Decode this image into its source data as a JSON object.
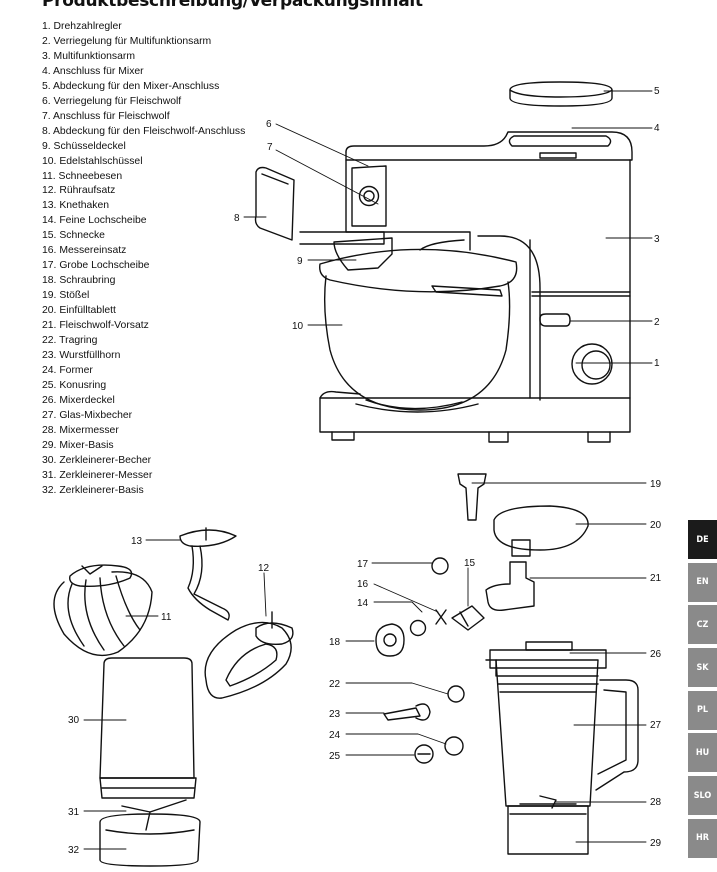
{
  "heading": "Produktbeschreibung/Verpackungsinhalt",
  "parts": [
    "1. Drehzahlregler",
    "2. Verriegelung für Multifunktionsarm",
    "3. Multifunktionsarm",
    "4. Anschluss für Mixer",
    "5. Abdeckung für den Mixer-Anschluss",
    "6. Verriegelung für Fleischwolf",
    "7. Anschluss für Fleischwolf",
    "8. Abdeckung für den Fleischwolf-Anschluss",
    "9. Schüsseldeckel",
    "10. Edelstahlschüssel",
    "11. Schneebesen",
    "12. Rühraufsatz",
    "13. Knethaken",
    "14. Feine Lochscheibe",
    "15. Schnecke",
    "16. Messereinsatz",
    "17. Grobe Lochscheibe",
    "18. Schraubring",
    "19. Stößel",
    "20. Einfülltablett",
    "21. Fleischwolf-Vorsatz",
    "22. Tragring",
    "23. Wurstfüllhorn",
    "24. Former",
    "25. Konusring",
    "26. Mixerdeckel",
    "27. Glas-Mixbecher",
    "28. Mixermesser",
    "29. Mixer-Basis",
    "30. Zerkleinerer-Becher",
    "31. Zerkleinerer-Messer",
    "32. Zerkleinerer-Basis"
  ],
  "callouts": [
    "1",
    "2",
    "3",
    "4",
    "5",
    "6",
    "7",
    "8",
    "9",
    "10",
    "11",
    "12",
    "13",
    "14",
    "15",
    "16",
    "17",
    "18",
    "19",
    "20",
    "21",
    "22",
    "23",
    "24",
    "25",
    "26",
    "27",
    "28",
    "29",
    "30",
    "31",
    "32"
  ],
  "languages": [
    "DE",
    "EN",
    "CZ",
    "SK",
    "PL",
    "HU",
    "SLO",
    "HR"
  ],
  "active_language": "DE"
}
